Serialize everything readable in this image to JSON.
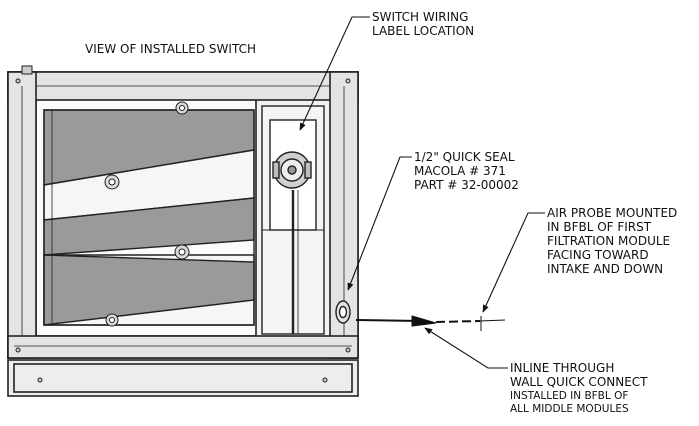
{
  "title": "VIEW OF INSTALLED SWITCH",
  "callouts": {
    "switch_wiring": [
      "SWITCH WIRING",
      "LABEL LOCATION"
    ],
    "quick_seal": [
      "1/2\" QUICK SEAL",
      "MACOLA # 371",
      "PART # 32-00002"
    ],
    "air_probe": [
      "AIR PROBE MOUNTED",
      "IN BFBL OF FIRST",
      "FILTRATION MODULE",
      "FACING TOWARD",
      "INTAKE AND DOWN"
    ],
    "inline_connect": [
      "INLINE THROUGH",
      "WALL QUICK CONNECT",
      "INSTALLED IN BFBL OF",
      "ALL MIDDLE MODULES"
    ]
  },
  "colors": {
    "line": "#222222",
    "filter_fill": "#8e8e8e",
    "frame_fill": "#e6e6e6",
    "panel_fill": "#f4f4f4"
  }
}
